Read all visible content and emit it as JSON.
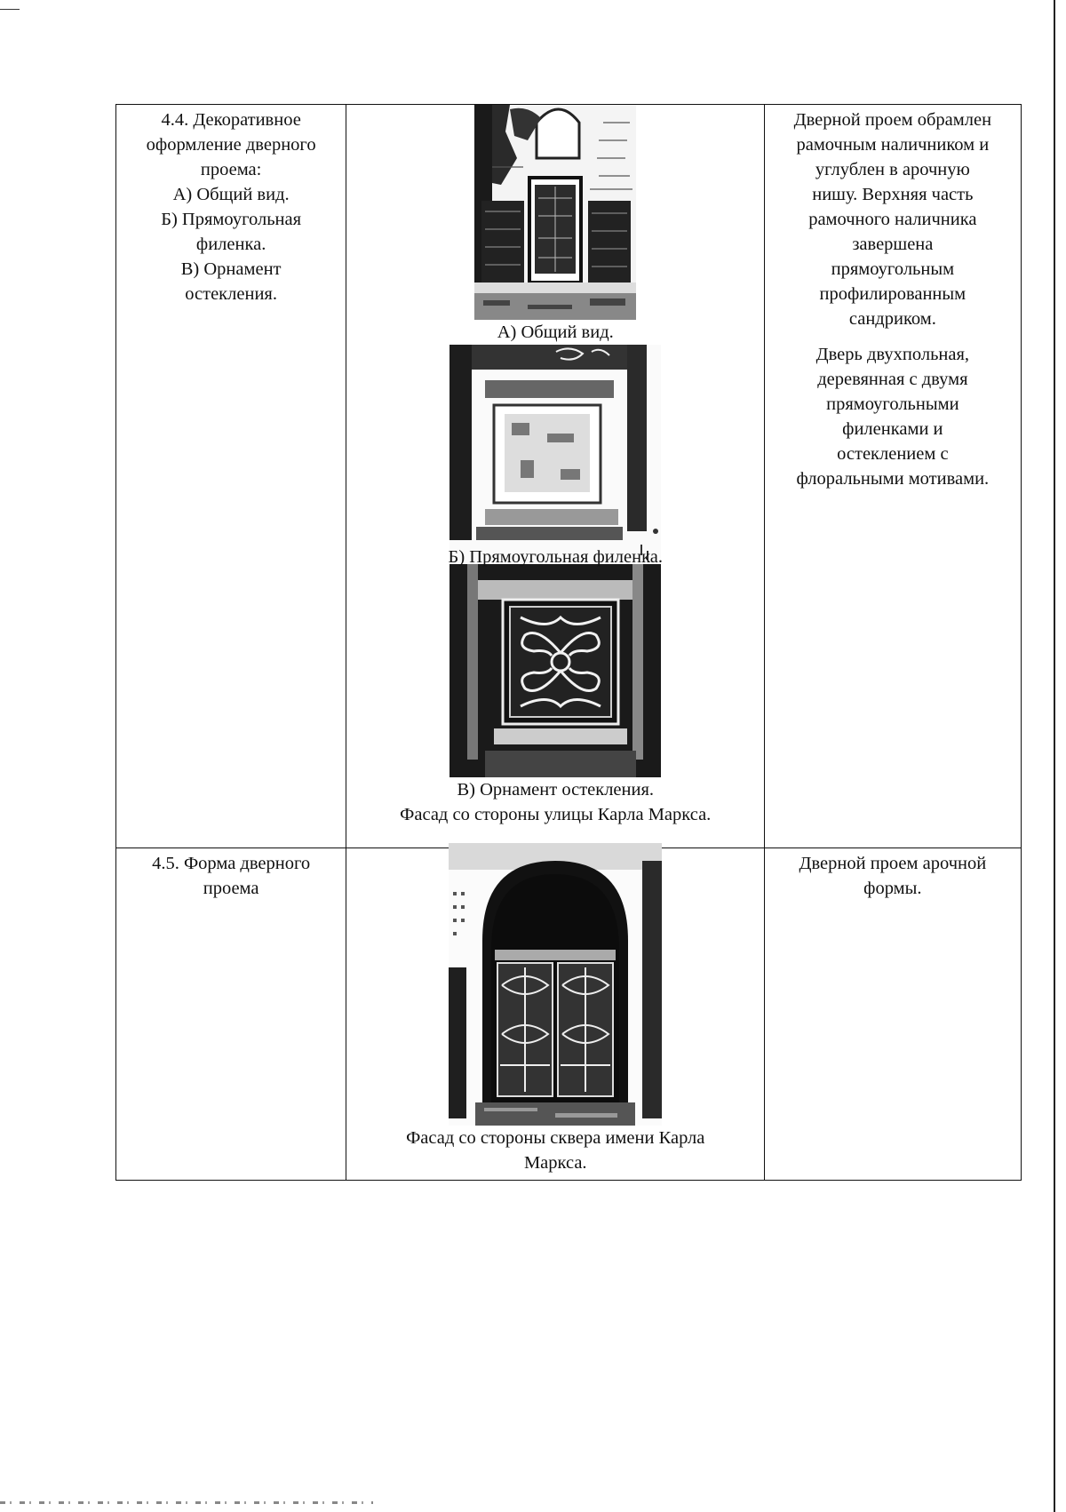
{
  "rows": [
    {
      "number_title_lines": [
        "4.4. Декоративное",
        "оформление дверного",
        "проема:",
        "А) Общий вид.",
        "Б) Прямоугольная",
        "филенка.",
        "В) Орнамент",
        "остекления."
      ],
      "captions": {
        "photo_a": "А) Общий вид.",
        "photo_b": "Б) Прямоугольная филенка.",
        "photo_c_line1": "В) Орнамент остекления.",
        "photo_c_line2": "Фасад со стороны улицы Карла Маркса."
      },
      "description": {
        "para1_lines": [
          "Дверной проем обрамлен",
          "рамочным наличником и",
          "углублен в арочную",
          "нишу. Верхняя часть",
          "рамочного наличника",
          "завершена",
          "прямоугольным",
          "профилированным",
          "сандриком."
        ],
        "para2_lines": [
          "Дверь двухпольная,",
          "деревянная с двумя",
          "прямоугольными",
          "филенками и",
          "остеклением с",
          "флоральными мотивами."
        ]
      }
    },
    {
      "number_title_lines": [
        "4.5. Форма дверного",
        "проема"
      ],
      "captions": {
        "photo_d_line1": "Фасад со стороны сквера имени Карла",
        "photo_d_line2": "Маркса."
      },
      "description": {
        "para1_lines": [
          "Дверной проем арочной",
          "формы."
        ]
      }
    }
  ]
}
